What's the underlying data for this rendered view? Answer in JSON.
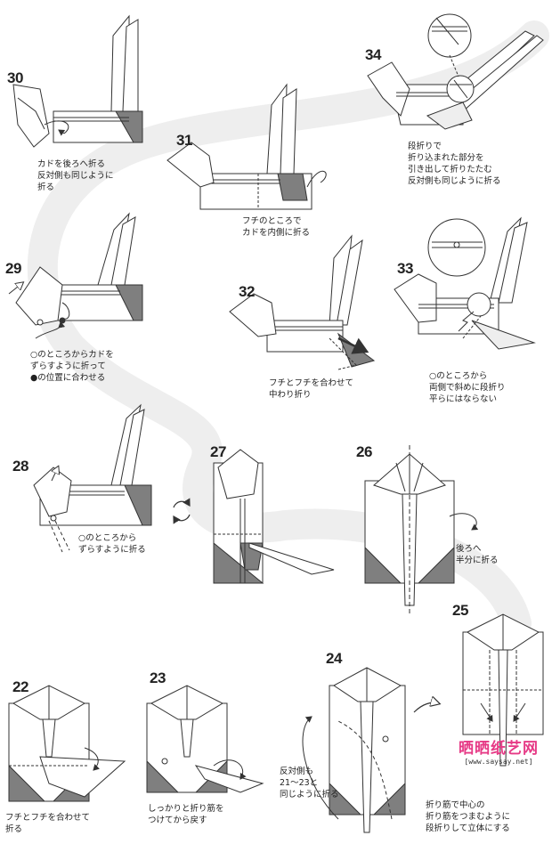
{
  "colors": {
    "paper": "#ffffff",
    "line": "#333333",
    "shade": "#7f7f7f",
    "path_band": "#eeeeee",
    "brand": "#e63a86"
  },
  "steps": [
    {
      "id": "30",
      "number": "30",
      "note": "カドを後ろへ折る\n反対側も同じように\n折る"
    },
    {
      "id": "31",
      "number": "31",
      "note": "フチのところで\nカドを内側に折る"
    },
    {
      "id": "34",
      "number": "34",
      "note": "段折りで\n折り込まれた部分を\n引き出して折りたたむ\n反対側も同じように折る"
    },
    {
      "id": "29",
      "number": "29",
      "note": "○のところからカドを\nずらすように折って\n●の位置に合わせる"
    },
    {
      "id": "32",
      "number": "32",
      "note": "フチとフチを合わせて\n中わり折り"
    },
    {
      "id": "33",
      "number": "33",
      "note": "○のところから\n両側で斜めに段折り\n平らにはならない"
    },
    {
      "id": "28",
      "number": "28",
      "note": "○のところから\nずらすように折る"
    },
    {
      "id": "27",
      "number": "27",
      "note": ""
    },
    {
      "id": "26",
      "number": "26",
      "note": "後ろへ\n半分に折る"
    },
    {
      "id": "25",
      "number": "25",
      "note": "折り筋で中心の\n折り筋をつまむように\n段折りして立体にする"
    },
    {
      "id": "22",
      "number": "22",
      "note": "フチとフチを合わせて\n折る"
    },
    {
      "id": "23",
      "number": "23",
      "note": "しっかりと折り筋を\nつけてから戻す"
    },
    {
      "id": "24",
      "number": "24",
      "note": "反対側も\n21～23と\n同じように折る"
    }
  ],
  "icons": {
    "flip": "flip-over-icon",
    "turn": "turn-arrow-icon"
  },
  "watermark": {
    "name": "晒晒纸艺网",
    "url": "[www.saysay.net]"
  }
}
